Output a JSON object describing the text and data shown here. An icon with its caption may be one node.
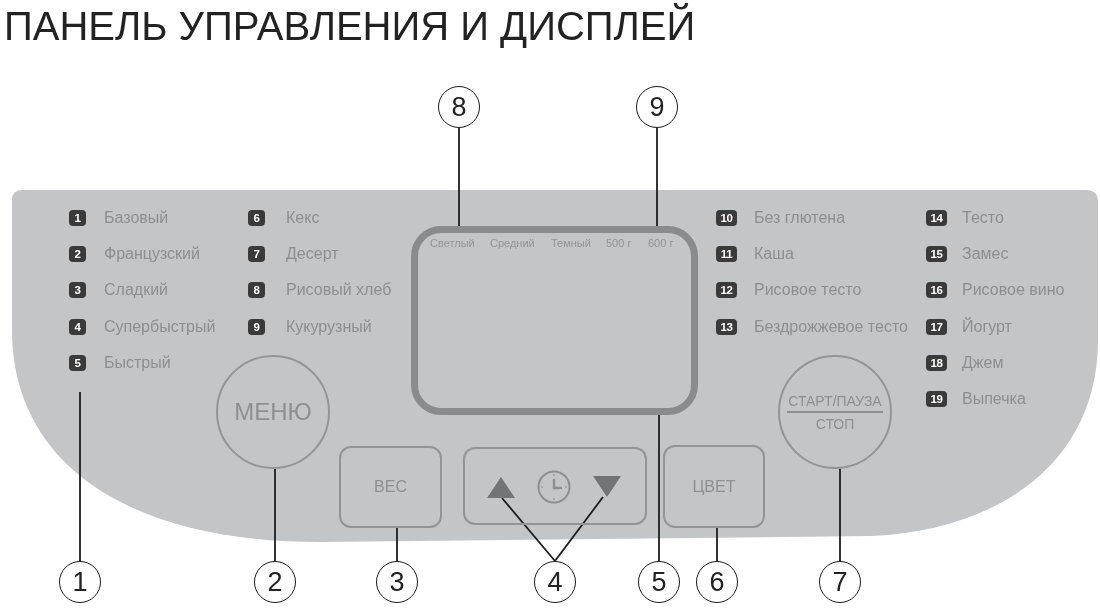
{
  "diagram": {
    "title": "ПАНЕЛЬ УПРАВЛЕНИЯ И ДИСПЛЕЙ",
    "nodes": [
      {
        "text": [
          "8"
        ]
      },
      {
        "text": [
          "9"
        ]
      },
      {
        "text": [],
        "shape": "panel"
      },
      {
        "text": [
          "1"
        ],
        "beside": [
          "Базовый"
        ],
        "in": 2
      },
      {
        "text": [
          "2"
        ],
        "beside": [
          "Французский"
        ],
        "in": 2
      },
      {
        "text": [
          "3"
        ],
        "beside": [
          "Сладкий"
        ],
        "in": 2
      },
      {
        "text": [
          "4"
        ],
        "beside": [
          "Супербыстрый"
        ],
        "in": 2
      },
      {
        "text": [
          "5"
        ],
        "beside": [
          "Быстрый"
        ],
        "in": 2
      },
      {
        "text": [
          "6"
        ],
        "beside": [
          "Кекс"
        ],
        "in": 2
      },
      {
        "text": [
          "7"
        ],
        "beside": [
          "Десерт"
        ],
        "in": 2
      },
      {
        "text": [
          "8"
        ],
        "beside": [
          "Рисовый хлеб"
        ],
        "in": 2
      },
      {
        "text": [
          "9"
        ],
        "beside": [
          "Кукурузный"
        ],
        "in": 2
      },
      {
        "text": [
          "Светлый",
          "Средний",
          "Темный",
          "500 г",
          "600 г"
        ],
        "in": 2
      },
      {
        "text": [
          "10"
        ],
        "beside": [
          "Без глютена"
        ],
        "in": 2
      },
      {
        "text": [
          "11"
        ],
        "beside": [
          "Каша"
        ],
        "in": 2
      },
      {
        "text": [
          "12"
        ],
        "beside": [
          "Рисовое тесто"
        ],
        "in": 2
      },
      {
        "text": [
          "13"
        ],
        "beside": [
          "Бездрожжевое тесто"
        ],
        "in": 2
      },
      {
        "text": [
          "14"
        ],
        "beside": [
          "Тесто"
        ],
        "in": 2
      },
      {
        "text": [
          "15"
        ],
        "beside": [
          "Замес"
        ],
        "in": 2
      },
      {
        "text": [
          "16"
        ],
        "beside": [
          "Рисовое вино"
        ],
        "in": 2
      },
      {
        "text": [
          "17"
        ],
        "beside": [
          "Йогурт"
        ],
        "in": 2
      },
      {
        "text": [
          "18"
        ],
        "beside": [
          "Джем"
        ],
        "in": 2
      },
      {
        "text": [
          "19"
        ],
        "beside": [
          "Выпечка"
        ],
        "in": 2
      },
      {
        "text": [
          "МЕНЮ"
        ],
        "in": 2
      },
      {
        "text": [
          "ВЕС"
        ],
        "in": 2
      },
      {
        "text": [],
        "shape": "box",
        "in": 2
      },
      {
        "text": [],
        "shape": "triangle",
        "in": 25
      },
      {
        "text": [],
        "shape": "triangle",
        "in": 25
      },
      {
        "text": [
          "ЦВЕТ"
        ],
        "in": 2
      },
      {
        "text": [
          "СТАРТ/ПАУЗА",
          "СТОП"
        ],
        "in": 2
      },
      {
        "text": [
          "1"
        ]
      },
      {
        "text": [
          "2"
        ]
      },
      {
        "text": [
          "3"
        ]
      },
      {
        "text": [
          "4"
        ]
      },
      {
        "text": [
          "5"
        ]
      },
      {
        "text": [
          "6"
        ]
      },
      {
        "text": [
          "7"
        ]
      }
    ],
    "edges": [
      {
        "from": 0,
        "to": 12,
        "arrow": "none"
      },
      {
        "from": 1,
        "to": 12,
        "arrow": "none"
      },
      {
        "from": 30,
        "to": null,
        "arrow": "none"
      },
      {
        "from": 31,
        "to": 23,
        "arrow": "none"
      },
      {
        "from": 32,
        "to": 24,
        "arrow": "none"
      },
      {
        "from": 33,
        "to": 26,
        "arrow": "none"
      },
      {
        "from": 33,
        "to": 27,
        "arrow": "none"
      },
      {
        "from": 34,
        "to": 12,
        "arrow": "none"
      },
      {
        "from": 35,
        "to": 28,
        "arrow": "none"
      },
      {
        "from": 36,
        "to": 29,
        "arrow": "none"
      }
    ]
  }
}
